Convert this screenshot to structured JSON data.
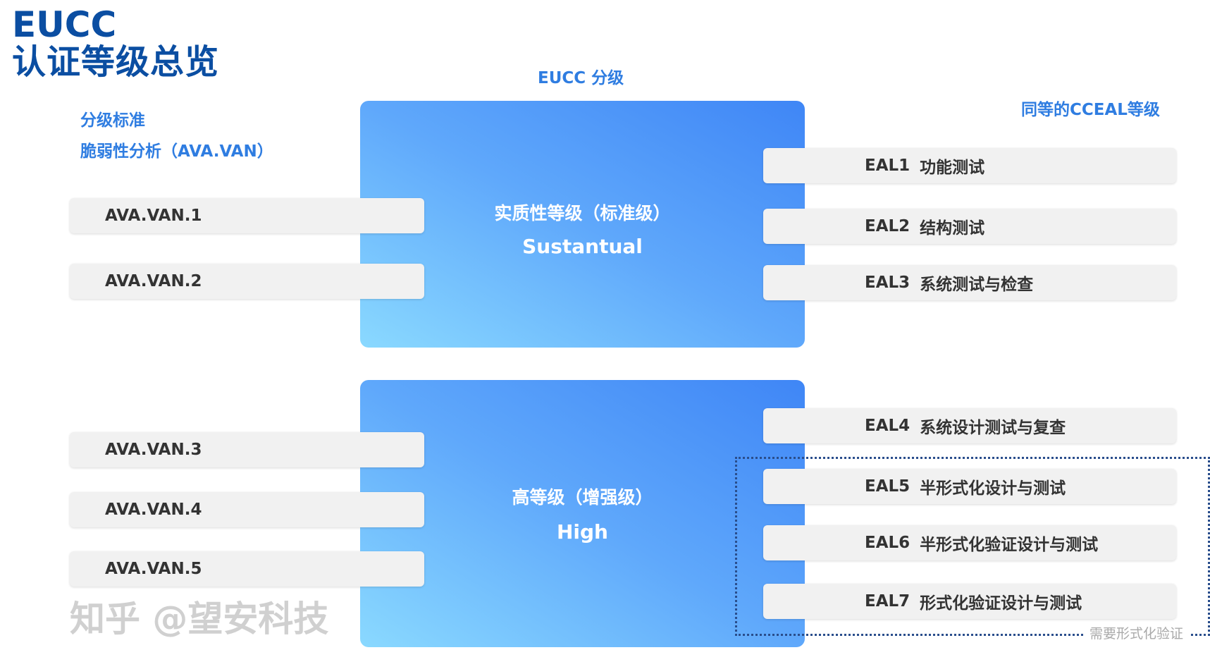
{
  "title": {
    "line1": "EUCC",
    "line2": "认证等级总览"
  },
  "headers": {
    "center": "EUCC 分级",
    "right": "同等的CCEAL等级",
    "left_line1": "分级标准",
    "left_line2": "脆弱性分析（AVA.VAN）"
  },
  "tiers": [
    {
      "cn": "实质性等级（标准级）",
      "en": "Sustantual"
    },
    {
      "cn": "高等级（增强级）",
      "en": "High"
    }
  ],
  "ava_levels": [
    "AVA.VAN.1",
    "AVA.VAN.2",
    "AVA.VAN.3",
    "AVA.VAN.4",
    "AVA.VAN.5"
  ],
  "eal_levels": [
    {
      "code": "EAL1",
      "name": "功能测试"
    },
    {
      "code": "EAL2",
      "name": "结构测试"
    },
    {
      "code": "EAL3",
      "name": "系统测试与检查"
    },
    {
      "code": "EAL4",
      "name": "系统设计测试与复查"
    },
    {
      "code": "EAL5",
      "name": "半形式化设计与测试"
    },
    {
      "code": "EAL6",
      "name": "半形式化验证设计与测试"
    },
    {
      "code": "EAL7",
      "name": "形式化验证设计与测试"
    }
  ],
  "formal_group_label": "需要形式化验证",
  "watermark": "知乎 @望安科技",
  "colors": {
    "title": "#0b4ea2",
    "label": "#2f7de1",
    "tier_top": "#3f86f6",
    "tier_bottom": "#8ad9ff",
    "row_bg": "#f1f1f1",
    "dashed": "#2a4e8c"
  }
}
